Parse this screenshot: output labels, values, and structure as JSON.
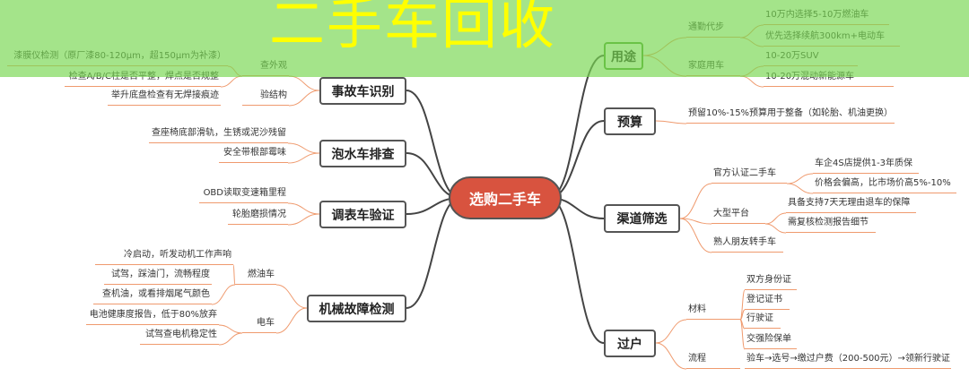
{
  "banner": {
    "title": "二手车回收",
    "color": "#ffff00"
  },
  "center": "选购二手车",
  "right": {
    "usage": {
      "label": "用途",
      "commute": "通勤代步",
      "commute_leaves": [
        "10万内选择5-10万燃油车",
        "优先选择续航300km+电动车"
      ],
      "family": "家庭用车",
      "family_leaves": [
        "10-20万SUV",
        "10-20万混动新能源车"
      ]
    },
    "budget": {
      "label": "预算",
      "leaf": "预留10%-15%预算用于整备（如轮胎、机油更换）"
    },
    "channel": {
      "label": "渠道筛选",
      "official": "官方认证二手车",
      "official_leaves": [
        "车企4S店提供1-3年质保",
        "价格会偏高，比市场价高5%-10%"
      ],
      "platform": "大型平台",
      "platform_leaves": [
        "具备支持7天无理由退车的保障",
        "需复核检测报告细节"
      ],
      "friends": "熟人朋友转手车"
    },
    "transfer": {
      "label": "过户",
      "materials": "材料",
      "materials_leaves": [
        "双方身份证",
        "登记证书",
        "行驶证",
        "交强险保单"
      ],
      "process": "流程",
      "process_leaf": "验车→选号→缴过户费（200-500元）→领新行驶证"
    }
  },
  "left": {
    "accident": {
      "label": "事故车识别",
      "appearance": "查外观",
      "appearance_leaves": [
        "漆膜仪检测（原厂漆80-120μm，超150μm为补漆）",
        "检查A/B/C柱是否平整，焊点是否规整"
      ],
      "structure": "验结构",
      "structure_leaf": "举升底盘检查有无焊接痕迹"
    },
    "flood": {
      "label": "泡水车排查",
      "leaves": [
        "查座椅底部滑轨，生锈或泥沙残留",
        "安全带根部霉味"
      ]
    },
    "odometer": {
      "label": "调表车验证",
      "leaves": [
        "OBD读取变速箱里程",
        "轮胎磨损情况"
      ]
    },
    "mechanical": {
      "label": "机械故障检测",
      "fuel": "燃油车",
      "fuel_leaves": [
        "冷启动，听发动机工作声响",
        "试驾，踩油门，流畅程度",
        "查机油，或看排烟尾气颜色"
      ],
      "ev": "电车",
      "ev_leaves": [
        "电池健康度报告，低于80%放弃",
        "试驾查电机稳定性"
      ]
    }
  },
  "colors": {
    "center": "#d8533f",
    "branch": "#ef9a6e",
    "main_line": "#444444"
  }
}
